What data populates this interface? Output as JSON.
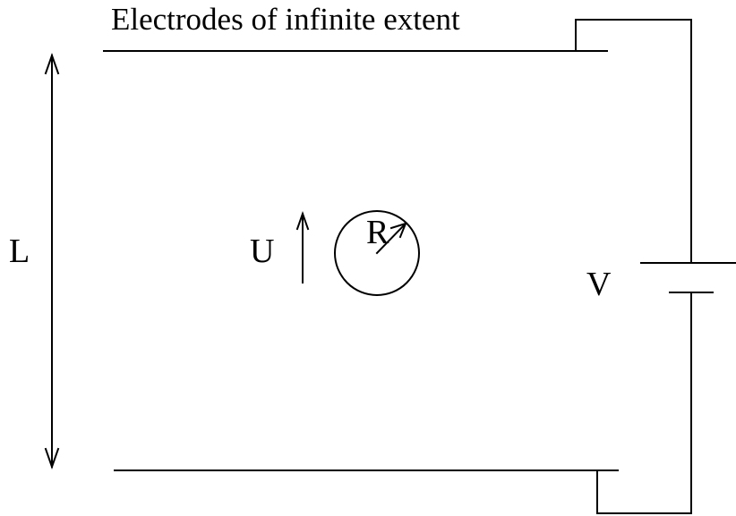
{
  "title": "Electrodes of infinite extent",
  "labels": {
    "gap": "L",
    "velocity": "U",
    "radius": "R",
    "voltage": "V"
  },
  "colors": {
    "ink": "#000000",
    "background": "#ffffff"
  }
}
